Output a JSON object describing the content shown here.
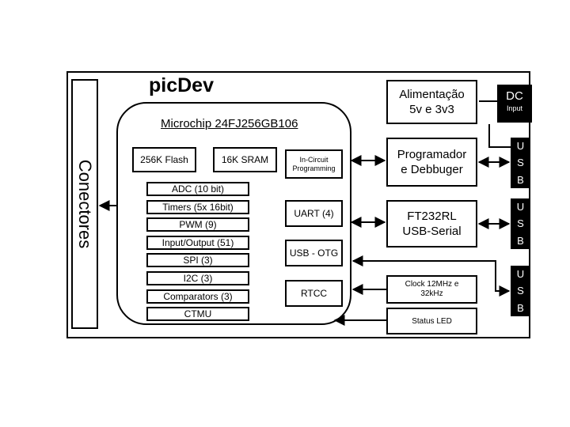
{
  "title": "picDev",
  "conectores": "Conectores",
  "mcu": {
    "title": "Microchip 24FJ256GB106",
    "flash": "256K Flash",
    "sram": "16K SRAM",
    "icp": "In-Circuit Programming",
    "features": [
      "ADC (10 bit)",
      "Timers (5x 16bit)",
      "PWM (9)",
      "Input/Output (51)",
      "SPI (3)",
      "I2C (3)",
      "Comparators (3)",
      "CTMU"
    ],
    "uart": "UART (4)",
    "usb_otg": "USB - OTG",
    "rtcc": "RTCC"
  },
  "right": {
    "power_line1": "Alimentação",
    "power_line2": "5v e 3v3",
    "prog_line1": "Programador",
    "prog_line2": "e Debbuger",
    "ft_line1": "FT232RL",
    "ft_line2": "USB-Serial",
    "clock_line1": "Clock 12MHz e",
    "clock_line2": "32kHz",
    "status_led": "Status LED"
  },
  "dc": {
    "label": "DC",
    "sub": "Input"
  },
  "usb_letters": [
    "U",
    "S",
    "B"
  ]
}
